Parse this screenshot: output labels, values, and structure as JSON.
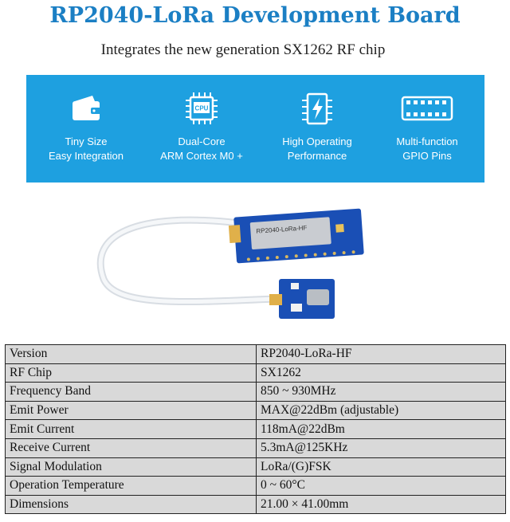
{
  "header": {
    "title": "RP2040-LoRa Development Board",
    "subtitle": "Integrates the new generation SX1262 RF chip"
  },
  "features": [
    {
      "icon": "wallet-icon",
      "line1": "Tiny Size",
      "line2": "Easy Integration"
    },
    {
      "icon": "cpu-icon",
      "line1": "Dual-Core",
      "line2": "ARM Cortex M0 +"
    },
    {
      "icon": "lightning-chip-icon",
      "line1": "High Operating",
      "line2": "Performance"
    },
    {
      "icon": "gpio-pins-icon",
      "line1": "Multi-function",
      "line2": "GPIO Pins"
    }
  ],
  "cpu_label": "CPU",
  "board": {
    "silk": "RP2040-LoRa-HF"
  },
  "specs": {
    "rows": [
      {
        "key": "Version",
        "value": "RP2040-LoRa-HF"
      },
      {
        "key": "RF Chip",
        "value": "SX1262"
      },
      {
        "key": "Frequency Band",
        "value": "850 ~ 930MHz"
      },
      {
        "key": "Emit Power",
        "value": "MAX@22dBm (adjustable)"
      },
      {
        "key": "Emit Current",
        "value": "118mA@22dBm"
      },
      {
        "key": "Receive Current",
        "value": "5.3mA@125KHz"
      },
      {
        "key": "Signal Modulation",
        "value": "LoRa/(G)FSK"
      },
      {
        "key": "Operation Temperature",
        "value": "0 ~ 60°C"
      },
      {
        "key": "Dimensions",
        "value": "21.00 × 41.00mm"
      }
    ]
  },
  "colors": {
    "brand": "#1b7fc4",
    "banner": "#1ea0e0",
    "table_bg": "#d9d9d9"
  }
}
